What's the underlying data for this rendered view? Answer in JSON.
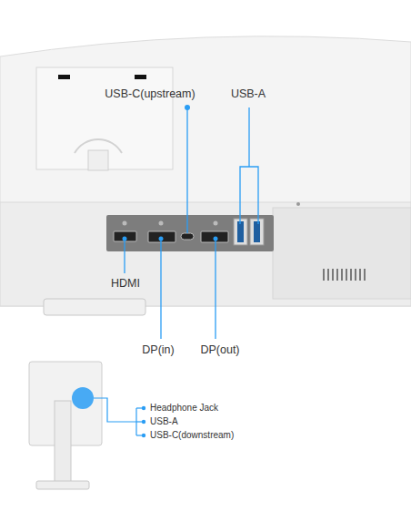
{
  "diagram": {
    "labels": [
      "USB-C(upstream)",
      "USB-A",
      "HDMI",
      "DP(in)",
      "DP(out)",
      "Headphone Jack",
      "USB-A",
      "USB-C(downstream)"
    ]
  }
}
